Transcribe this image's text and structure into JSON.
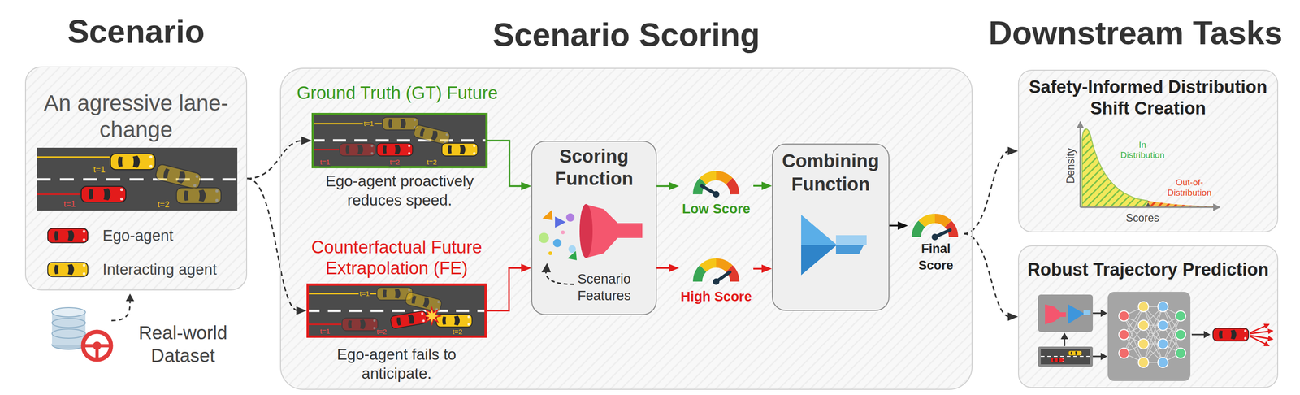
{
  "diagram": {
    "nodes": [
      {
        "text": [
          "Scenario",
          "An agressive lane-change"
        ]
      },
      {
        "text": [
          "Scenario Scoring"
        ]
      },
      {
        "text": [
          "Ground Truth (GT) Future",
          "Ego-agent proactively reduces speed."
        ],
        "in": 1
      },
      {
        "text": [
          "Counterfactual Future Extrapolation (FE)",
          "Ego-agent fails to anticipate."
        ],
        "in": 1
      },
      {
        "text": [
          "Scoring Function",
          "Scenario Features"
        ],
        "in": 1
      },
      {
        "text": [
          "Low Score"
        ],
        "in": 1
      },
      {
        "text": [
          "High Score"
        ],
        "in": 1
      },
      {
        "text": [
          "Combining Function"
        ],
        "in": 1
      },
      {
        "text": [
          "Final Score"
        ]
      },
      {
        "text": [
          "Safety-Informed Distribution Shift Creation"
        ]
      },
      {
        "text": [
          "Robust Trajectory Prediction"
        ]
      }
    ],
    "edges": [
      {
        "from": 0,
        "to": 2,
        "arrow": "to"
      },
      {
        "from": 0,
        "to": 3,
        "arrow": "to"
      },
      {
        "from": 2,
        "to": 4,
        "arrow": "to"
      },
      {
        "from": 3,
        "to": 4,
        "arrow": "to"
      },
      {
        "from": 4,
        "to": 5,
        "arrow": "to"
      },
      {
        "from": 4,
        "to": 6,
        "arrow": "to"
      },
      {
        "from": 5,
        "to": 7,
        "arrow": "to"
      },
      {
        "from": 6,
        "to": 7,
        "arrow": "to"
      },
      {
        "from": 7,
        "to": 8,
        "arrow": "to"
      },
      {
        "from": 8,
        "to": 9,
        "arrow": "to"
      },
      {
        "from": 8,
        "to": 10,
        "arrow": "to"
      }
    ],
    "labels": [
      "t=1",
      "t=1",
      "t=2",
      "Real-world Dataset",
      "t=1",
      "t=1",
      "t=2",
      "t=2",
      "t=1",
      "t=1",
      "t=2",
      "t=2",
      "Downstream Tasks",
      "Density",
      "In Distribution",
      "Out-of-Distribution",
      "Scores"
    ],
    "legend": [
      {
        "text": "Ego-agent"
      },
      {
        "text": "Interacting agent"
      }
    ]
  }
}
